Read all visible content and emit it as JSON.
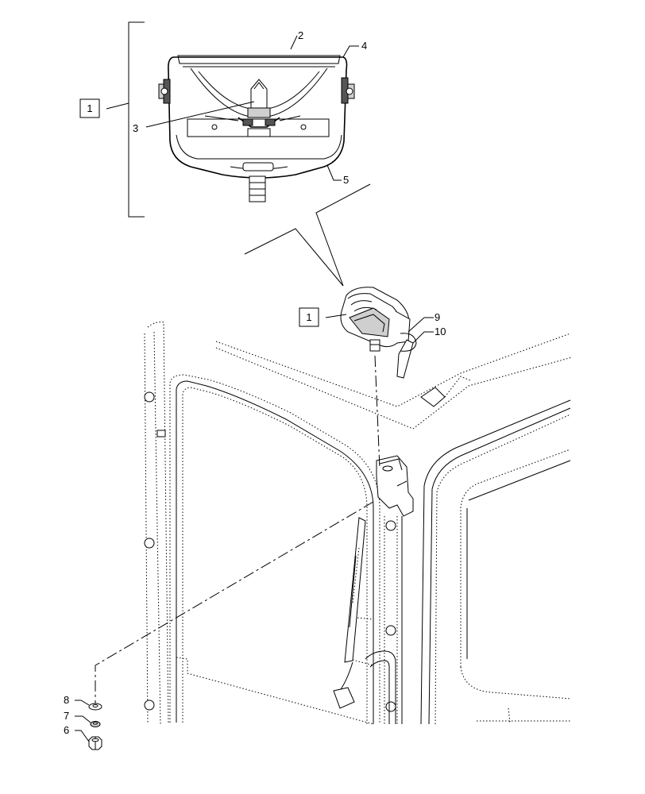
{
  "callouts": {
    "item_1_top": "1",
    "item_1_bottom": "1",
    "item_2": "2",
    "item_3": "3",
    "item_4": "4",
    "item_5": "5",
    "item_6": "6",
    "item_7": "7",
    "item_8": "8",
    "item_9": "9",
    "item_10": "10"
  }
}
